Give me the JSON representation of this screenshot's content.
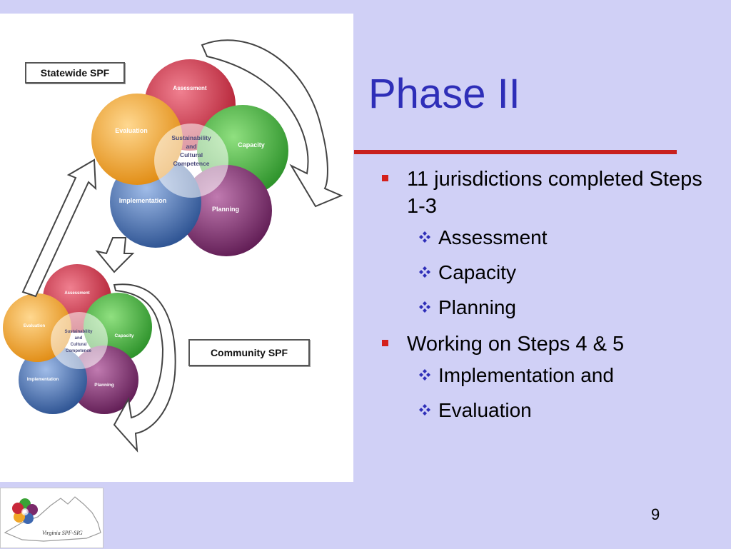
{
  "slide": {
    "title": "Phase II",
    "page_number": "9",
    "bullets": [
      {
        "text": "11 jurisdictions completed Steps 1-3",
        "sub": [
          "Assessment",
          "Capacity",
          "Planning"
        ]
      },
      {
        "text": "Working on Steps 4 & 5",
        "sub": [
          "Implementation and",
          "Evaluation"
        ]
      }
    ]
  },
  "diagram": {
    "statewide_label": "Statewide SPF",
    "community_label": "Community SPF",
    "center_label_lines": [
      "Sustainability",
      "and",
      "Cultural",
      "Competence"
    ],
    "steps": {
      "assessment": "Assessment",
      "capacity": "Capacity",
      "planning": "Planning",
      "implementation": "Implementation",
      "evaluation": "Evaluation"
    },
    "colors": {
      "assessment": "#c8283a",
      "capacity": "#3aa236",
      "planning": "#7a2a6a",
      "implementation": "#3e68b0",
      "evaluation": "#f0a628"
    }
  },
  "logo": {
    "caption": "Virginia SPF-SIG"
  },
  "theme": {
    "background": "#d0d0f6",
    "title_color": "#2e2eb8",
    "accent_red": "#c8201e"
  }
}
